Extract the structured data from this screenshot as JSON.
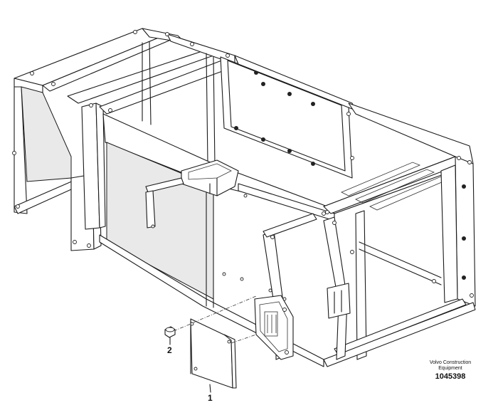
{
  "callouts": {
    "part1": "1",
    "part2": "2"
  },
  "brand": {
    "line1": "Volvo Construction",
    "line2": "Equipment",
    "drawing_number": "1045398"
  }
}
